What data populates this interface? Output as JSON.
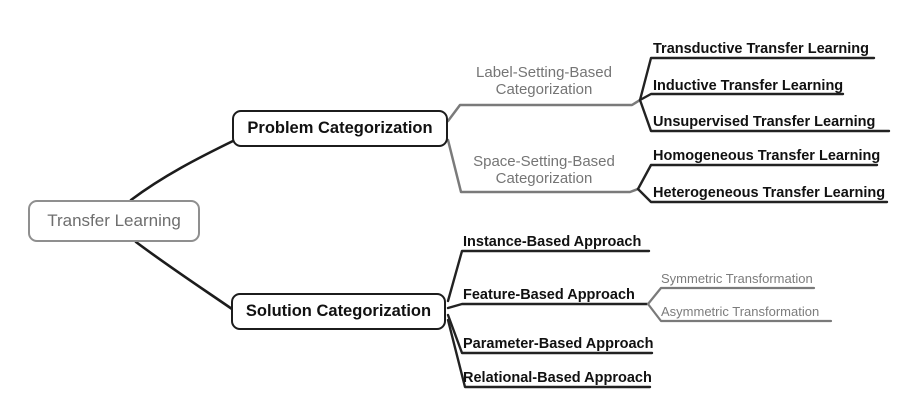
{
  "diagram_title": "Transfer Learning taxonomy mind map",
  "colors": {
    "black_line": "#1c1c1c",
    "gray_line": "#7a7a7a",
    "gray_text": "#757575",
    "black_text": "#111111",
    "background": "#ffffff"
  },
  "root": {
    "label": "Transfer Learning"
  },
  "problem": {
    "label": "Problem Categorization",
    "label_setting": {
      "label": "Label-Setting-Based Categorization",
      "children": [
        "Transductive Transfer Learning",
        "Inductive Transfer Learning",
        "Unsupervised Transfer Learning"
      ]
    },
    "space_setting": {
      "label": "Space-Setting-Based Categorization",
      "children": [
        "Homogeneous Transfer Learning",
        "Heterogeneous Transfer Learning"
      ]
    }
  },
  "solution": {
    "label": "Solution Categorization",
    "children": [
      "Instance-Based Approach",
      "Feature-Based Approach",
      "Parameter-Based Approach",
      "Relational-Based Approach"
    ],
    "feature_children": [
      "Symmetric Transformation",
      "Asymmetric Transformation"
    ]
  }
}
